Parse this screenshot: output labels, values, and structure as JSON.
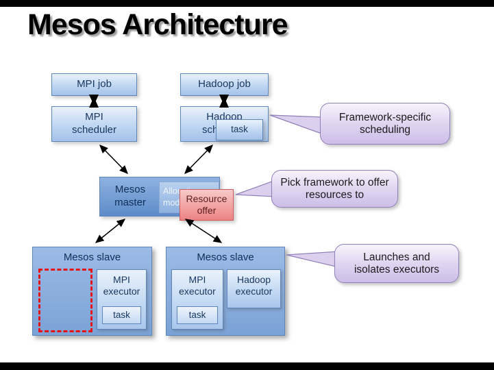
{
  "title": "Mesos Architecture",
  "diagram": {
    "jobs": {
      "mpi": "MPI job",
      "hadoop": "Hadoop job"
    },
    "schedulers": {
      "mpi": "MPI scheduler",
      "hadoop": "Hadoop scheduler",
      "task": "task"
    },
    "master": {
      "label": "Mesos master",
      "allocation_module": "Allocation module",
      "resource_offer": "Resource offer"
    },
    "slaves": {
      "left": {
        "title": "Mesos slave",
        "executor": "MPI executor",
        "task": "task"
      },
      "right": {
        "title": "Mesos slave",
        "mpi_executor": "MPI executor",
        "mpi_task": "task",
        "hadoop_executor": "Hadoop executor"
      }
    }
  },
  "callouts": {
    "framework": "Framework-specific scheduling",
    "pick": "Pick framework to offer resources to",
    "launch": "Launches and isolates executors"
  },
  "colors": {
    "node_border": "#5f86ba",
    "node_text": "#17375e",
    "master_fill": "#6b97d3",
    "resource_fill": "#ec8383",
    "resource_border": "#cf5b5b",
    "callout_fill": "#d9cdee",
    "callout_border": "#9080b8",
    "dashed_border": "#e81212",
    "arrow": "#000000"
  }
}
